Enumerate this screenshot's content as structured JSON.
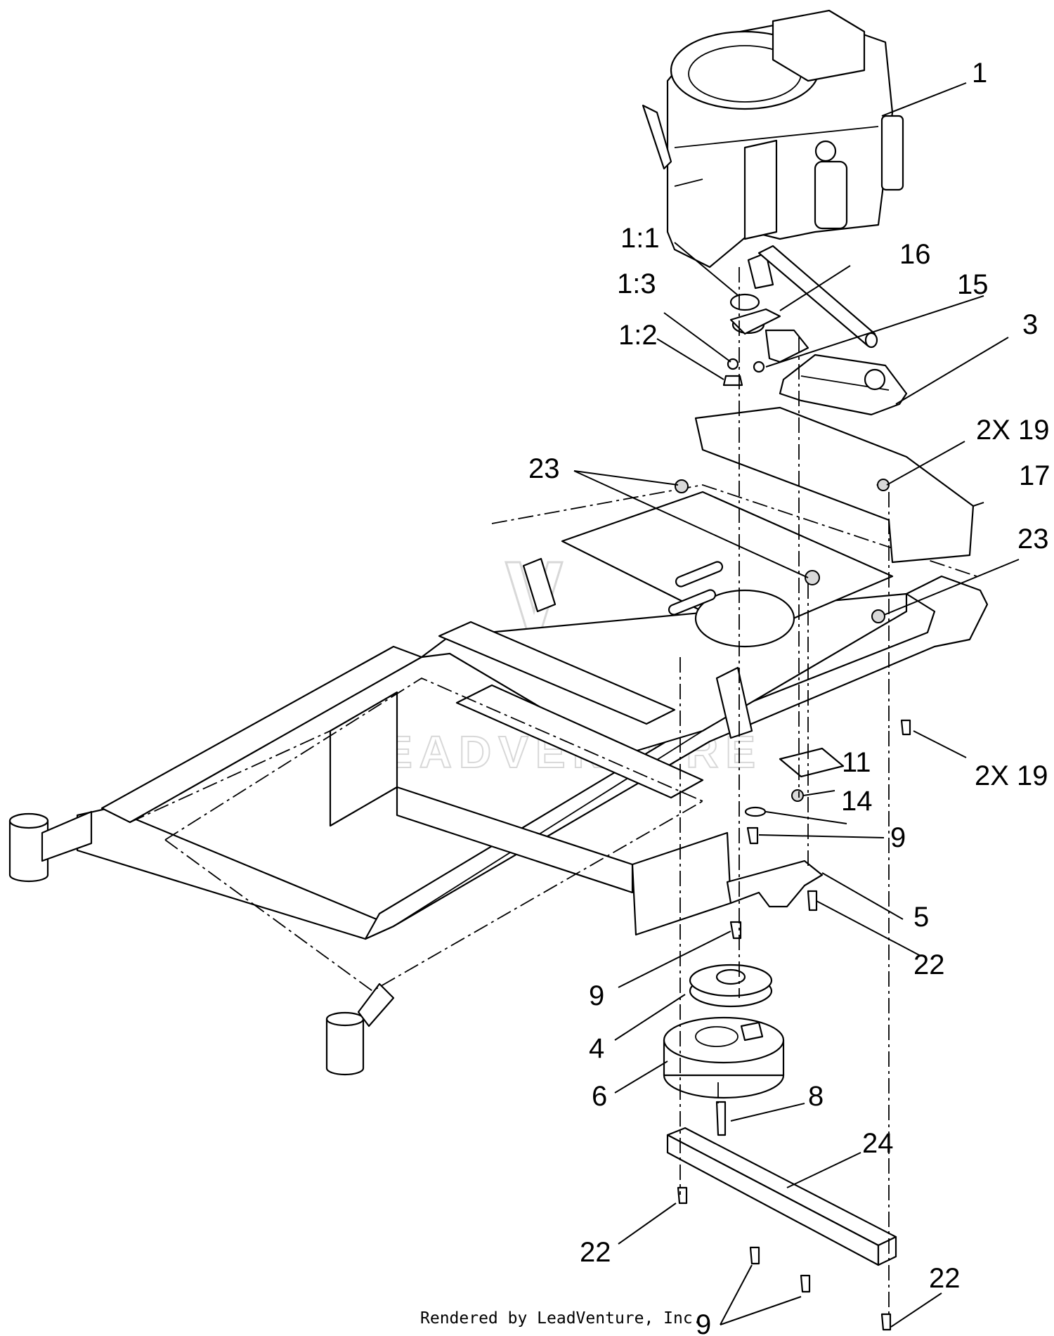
{
  "diagram": {
    "callouts": {
      "c1": "1",
      "c1_1": "1:1",
      "c1_3": "1:3",
      "c1_2": "1:2",
      "c16": "16",
      "c15": "15",
      "c3": "3",
      "c2x19_top": "2X 19",
      "c17": "17",
      "c23_left": "23",
      "c23_right": "23",
      "c2x19_mid": "2X 19",
      "c11": "11",
      "c14": "14",
      "c9_a": "9",
      "c5": "5",
      "c22_a": "22",
      "c9_b": "9",
      "c4": "4",
      "c6": "6",
      "c8": "8",
      "c24": "24",
      "c22_b": "22",
      "c9_c": "9",
      "c22_c": "22"
    },
    "credit": "Rendered by LeadVenture, Inc.",
    "watermark": "LEADVENTURE"
  }
}
